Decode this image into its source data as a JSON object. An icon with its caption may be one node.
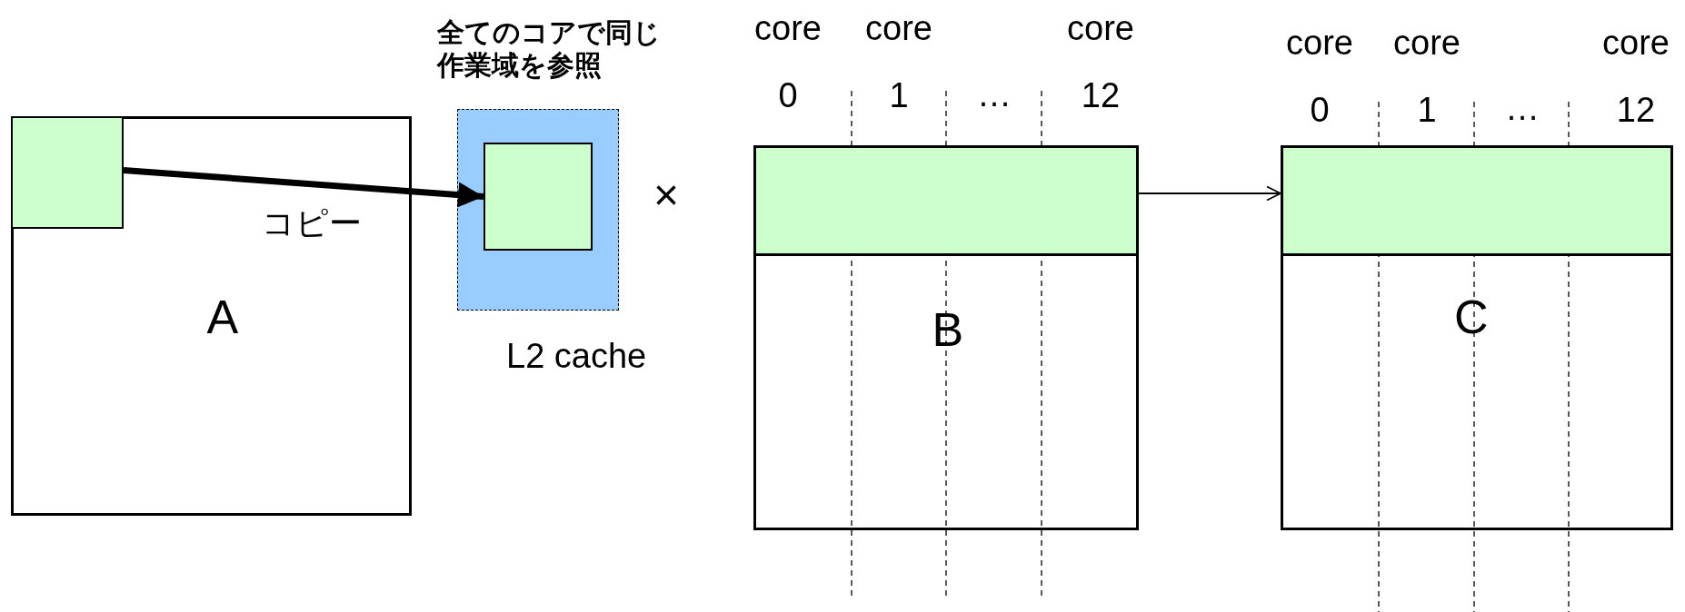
{
  "diagram": {
    "nodes": [
      {
        "text": [
          "A"
        ]
      },
      {
        "text": [],
        "shape": "box",
        "in": 0
      },
      {
        "text": [
          "全てのコアで同じ作業域を参照",
          "L2 cache"
        ]
      },
      {
        "text": [],
        "shape": "box",
        "in": 2
      },
      {
        "text": [
          "B"
        ]
      },
      {
        "text": [],
        "shape": "bar",
        "in": 4
      },
      {
        "text": [
          "C"
        ]
      },
      {
        "text": [],
        "shape": "bar",
        "in": 6
      }
    ],
    "edges": [
      {
        "from": 1,
        "to": 3,
        "arrow": "to",
        "label": "コピー",
        "style": "thick"
      },
      {
        "from": 4,
        "to": 6,
        "arrow": "to"
      }
    ],
    "labels": [
      "×",
      "core 0",
      "core 1",
      "…",
      "core 12",
      "core 0",
      "core 1",
      "…",
      "core 12"
    ]
  }
}
